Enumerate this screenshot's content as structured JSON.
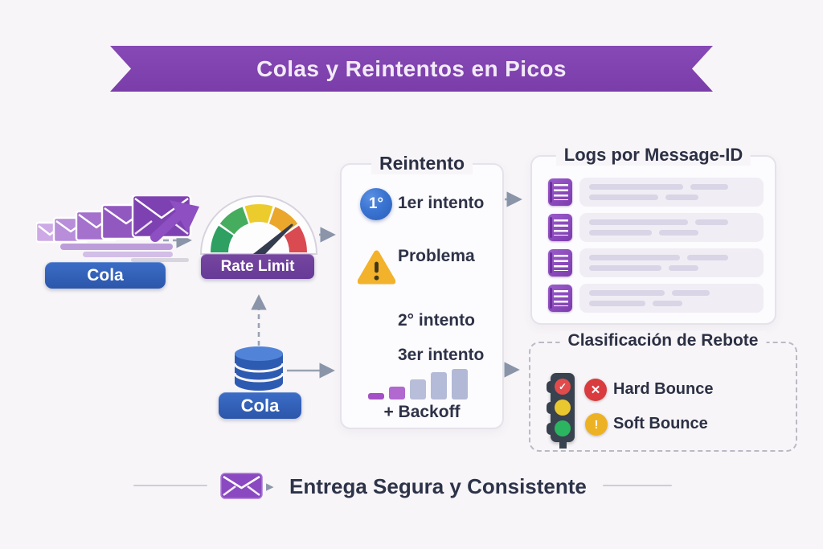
{
  "banner": {
    "title": "Colas y Reintentos en Picos"
  },
  "flow": {
    "inbox_queue_label": "Cola",
    "rate_limit_label": "Rate Limit",
    "db_queue_label": "Cola"
  },
  "retry_panel": {
    "title": "Reintento",
    "first_attempt_badge": "1°",
    "first_attempt_label": "1er intento",
    "problem_label": "Problema",
    "second_attempt_label": "2° intento",
    "third_attempt_label": "3er intento",
    "backoff_label": "+ Backoff",
    "backoff_bars": [
      8,
      16,
      25,
      34,
      38
    ],
    "backoff_bar_colors": [
      "#a551c6",
      "#b168cf",
      "#b8bed9",
      "#b4bbd8",
      "#b1b9d6"
    ]
  },
  "logs_panel": {
    "title": "Logs por Message-ID",
    "rows": [
      {
        "l1": [
          57,
          23
        ],
        "l2": [
          42,
          20
        ]
      },
      {
        "l1": [
          60,
          20
        ],
        "l2": [
          38,
          24
        ]
      },
      {
        "l1": [
          55,
          25
        ],
        "l2": [
          44,
          18
        ]
      },
      {
        "l1": [
          46,
          23
        ],
        "l2": [
          34,
          18
        ]
      }
    ]
  },
  "bounce_panel": {
    "title": "Clasificación de Rebote",
    "hard_bounce_icon": "✕",
    "hard_bounce_label": "Hard Bounce",
    "soft_bounce_icon": "!",
    "soft_bounce_label": "Soft Bounce"
  },
  "footer": {
    "tagline": "Entrega Segura y Consistente"
  },
  "colors": {
    "background": "#f8f5f8",
    "ribbon_purple": "#7c3fae",
    "queue_blue": "#2f5fb4",
    "rate_limit_purple": "#6a3d9e",
    "gauge_green": "#2ea061",
    "gauge_yellow": "#eccb2d",
    "gauge_orange": "#eaa72b",
    "gauge_red": "#d94a51",
    "hard_bounce_red": "#d93b3f",
    "soft_bounce_amber": "#edb224",
    "arrow_gray": "#8a95a9",
    "text_navy": "#2e3248"
  }
}
